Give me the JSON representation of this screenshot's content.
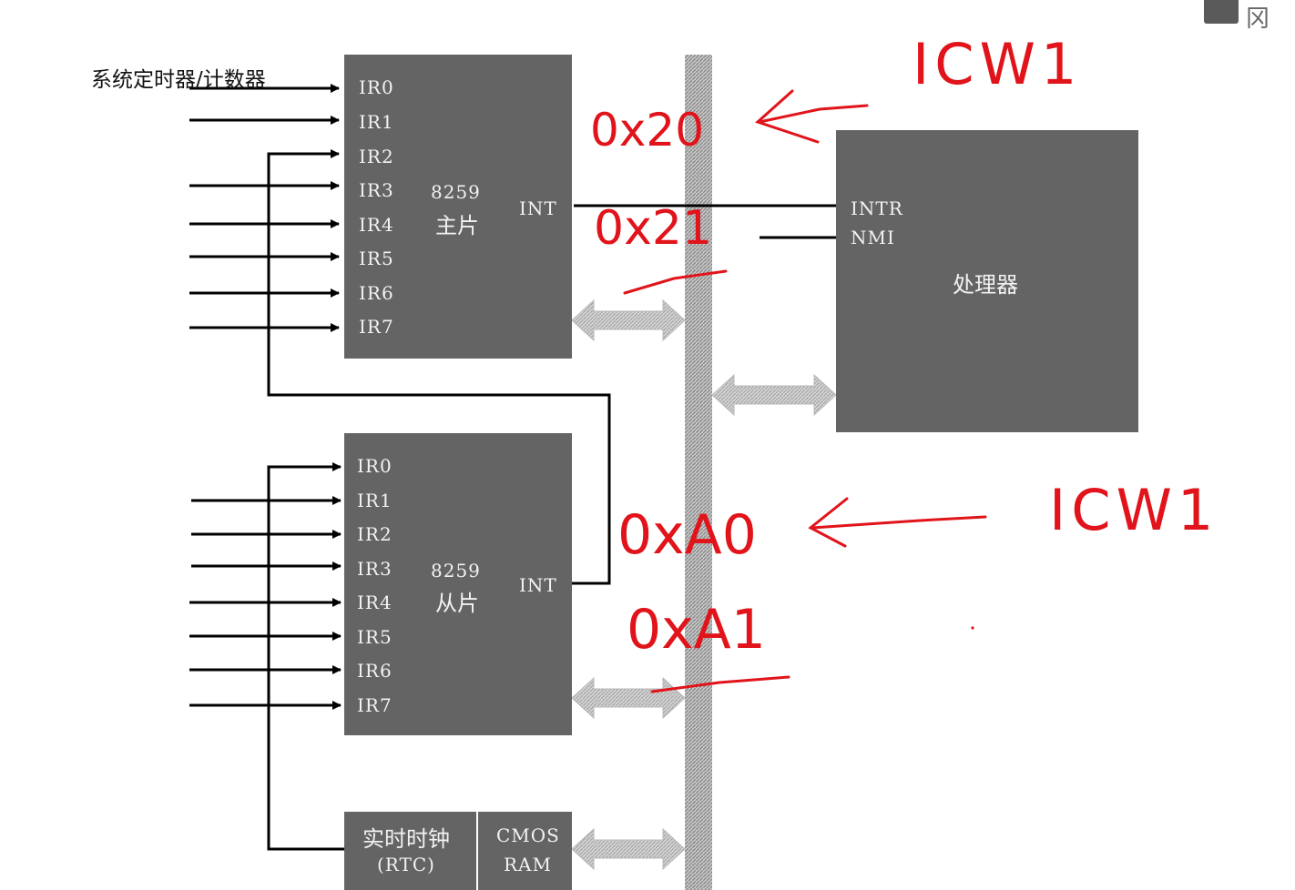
{
  "external_input_label": "系统定时器/计数器",
  "master": {
    "ir_labels": [
      "IR0",
      "IR1",
      "IR2",
      "IR3",
      "IR4",
      "IR5",
      "IR6",
      "IR7"
    ],
    "chip_name": "8259",
    "chip_role": "主片",
    "int_label": "INT"
  },
  "slave": {
    "ir_labels": [
      "IR0",
      "IR1",
      "IR2",
      "IR3",
      "IR4",
      "IR5",
      "IR6",
      "IR7"
    ],
    "chip_name": "8259",
    "chip_role": "从片",
    "int_label": "INT"
  },
  "processor": {
    "intr_label": "INTR",
    "nmi_label": "NMI",
    "name": "处理器"
  },
  "rtc": {
    "name": "实时时钟",
    "abbr": "(RTC)",
    "mem_line1": "CMOS",
    "mem_line2": "RAM"
  },
  "annotations": {
    "port_master_even": "0x20",
    "port_master_odd": "0x21",
    "port_slave_even": "0xA0",
    "port_slave_odd": "0xA1",
    "icw_top": "ICW1",
    "icw_bottom": "ICW1"
  },
  "top_right_text": "冈",
  "colors": {
    "chip_fill": "#646464",
    "chip_text": "#f2f2f2",
    "wire": "#000000",
    "ink_red": "#e0141a",
    "bus_fill": "#9a9a9a"
  }
}
